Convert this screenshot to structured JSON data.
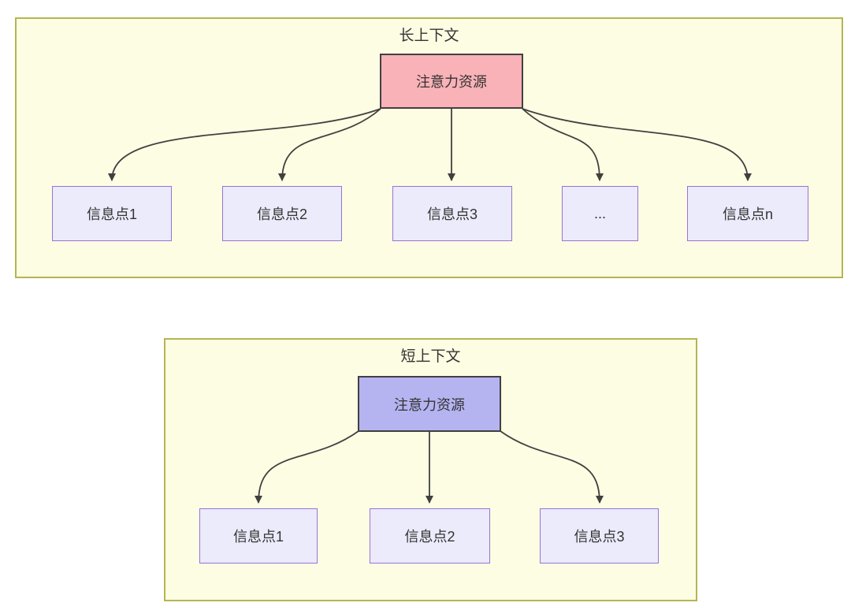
{
  "diagram": {
    "long_context": {
      "title": "长上下文",
      "attention_label": "注意力资源",
      "info_points": [
        "信息点1",
        "信息点2",
        "信息点3",
        "...",
        "信息点n"
      ]
    },
    "short_context": {
      "title": "短上下文",
      "attention_label": "注意力资源",
      "info_points": [
        "信息点1",
        "信息点2",
        "信息点3"
      ]
    },
    "colors": {
      "container_fill": "#fdfde3",
      "container_border": "#b5b552",
      "attention_long_fill": "#f8b2b8",
      "attention_short_fill": "#b5b4f1",
      "node_fill": "#ebebfb",
      "node_border": "#9673d8",
      "line": "#404040",
      "text": "#333333"
    }
  }
}
